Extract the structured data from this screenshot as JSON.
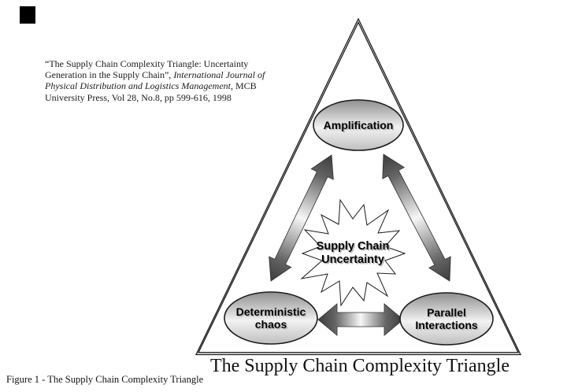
{
  "citation": {
    "part1": "“The Supply Chain Complexity Triangle: Uncertainty Generation in the Supply Chain”, ",
    "part2_italic": "International Journal of Physical Distribution and Logistics Management",
    "part3": ", MCB University Press, Vol 28, No.8, pp 599-616, 1998"
  },
  "diagram": {
    "title": "The Supply Chain Complexity Triangle",
    "nodes": {
      "amplification": {
        "label": "Amplification"
      },
      "deterministic_chaos": {
        "label": "Deterministic chaos"
      },
      "parallel_interactions": {
        "label": "Parallel Interactions"
      },
      "uncertainty": {
        "label": "Supply Chain Uncertainty"
      }
    },
    "connections": [
      {
        "from": "amplification",
        "to": "deterministic_chaos",
        "bidirectional": true
      },
      {
        "from": "amplification",
        "to": "parallel_interactions",
        "bidirectional": true
      },
      {
        "from": "deterministic_chaos",
        "to": "parallel_interactions",
        "bidirectional": true
      }
    ]
  },
  "caption": "Figure 1 - The Supply Chain Complexity Triangle",
  "colors": {
    "outline": "#1c1c1c",
    "arrow_end": "#3d3d3d",
    "arrow_near": "#646464",
    "arrow_mid": "#f7f7f7",
    "ellipse_top": "#8f8f8f",
    "ellipse_mid": "#f2f2f2",
    "ellipse_bottom": "#bfbfbf",
    "starburst_fill": "#ffffff"
  }
}
